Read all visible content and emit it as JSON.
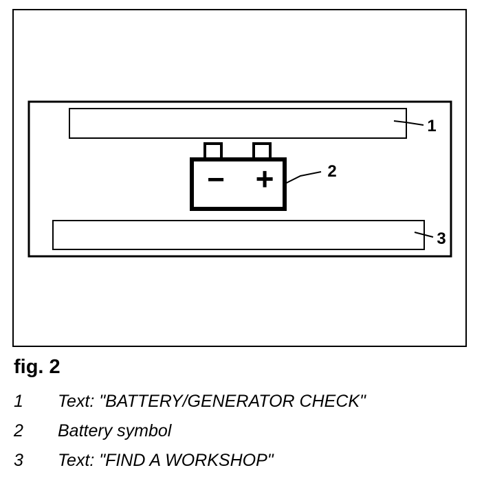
{
  "figure": {
    "caption": "fig. 2",
    "callouts": [
      "1",
      "2",
      "3"
    ],
    "battery": {
      "minus": "−",
      "plus": "+"
    }
  },
  "legend": [
    {
      "number": "1",
      "text": "Text: \"BATTERY/GENERATOR CHECK\""
    },
    {
      "number": "2",
      "text": "Battery symbol"
    },
    {
      "number": "3",
      "text": "Text: \"FIND A WORKSHOP\""
    }
  ],
  "colors": {
    "ink": "#000000",
    "paper": "#ffffff"
  }
}
